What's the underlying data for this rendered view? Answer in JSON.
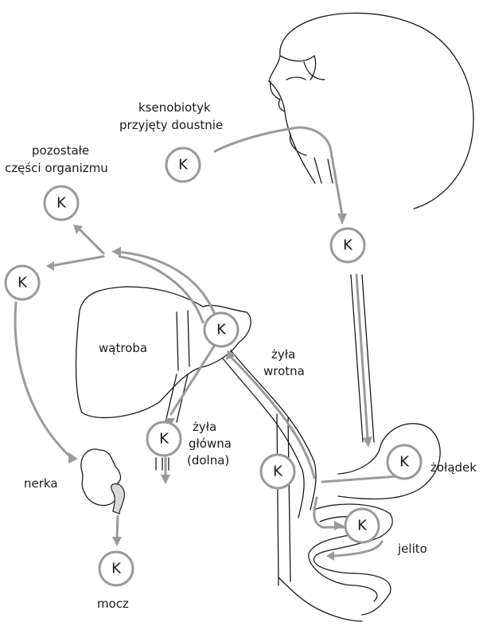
{
  "node_letter": "K",
  "labels": {
    "xenobiotic_line1": "ksenobiotyk",
    "xenobiotic_line2": "przyjęty doustnie",
    "rest_line1": "pozostałe",
    "rest_line2": "części organizmu",
    "liver": "wątroba",
    "portal_vein_line1": "żyła",
    "portal_vein_line2": "wrotna",
    "vena_cava_line1": "żyła",
    "vena_cava_line2": "główna",
    "vena_cava_line3": "(dolna)",
    "kidney": "nerka",
    "stomach": "żołądek",
    "intestine": "jelito",
    "urine": "mocz"
  },
  "colors": {
    "flow": "#9a9a9a",
    "outline": "#1a1a1a",
    "kidney_fill": "#d9d9d9"
  }
}
